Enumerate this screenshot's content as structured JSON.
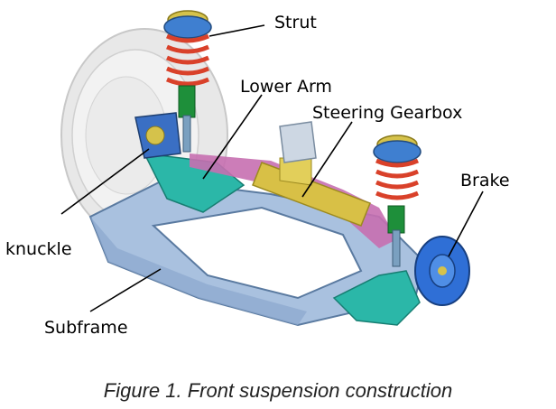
{
  "labels": {
    "strut": "Strut",
    "lower_arm": "Lower Arm",
    "steering_gearbox": "Steering Gearbox",
    "brake": "Brake",
    "knuckle": "knuckle",
    "subframe": "Subframe"
  },
  "caption": "Figure 1. Front suspension construction",
  "colors": {
    "tire": "#e6e6e6",
    "subframe": "#9fb8d8",
    "lower_arm": "#2bb7a8",
    "spring": "#d9412a",
    "strut_body": "#1e8f3a",
    "mount": "#3f7fd0",
    "steering_rack": "#d8c046",
    "tie_rod": "#c070b0",
    "brake": "#2f6fd6"
  }
}
